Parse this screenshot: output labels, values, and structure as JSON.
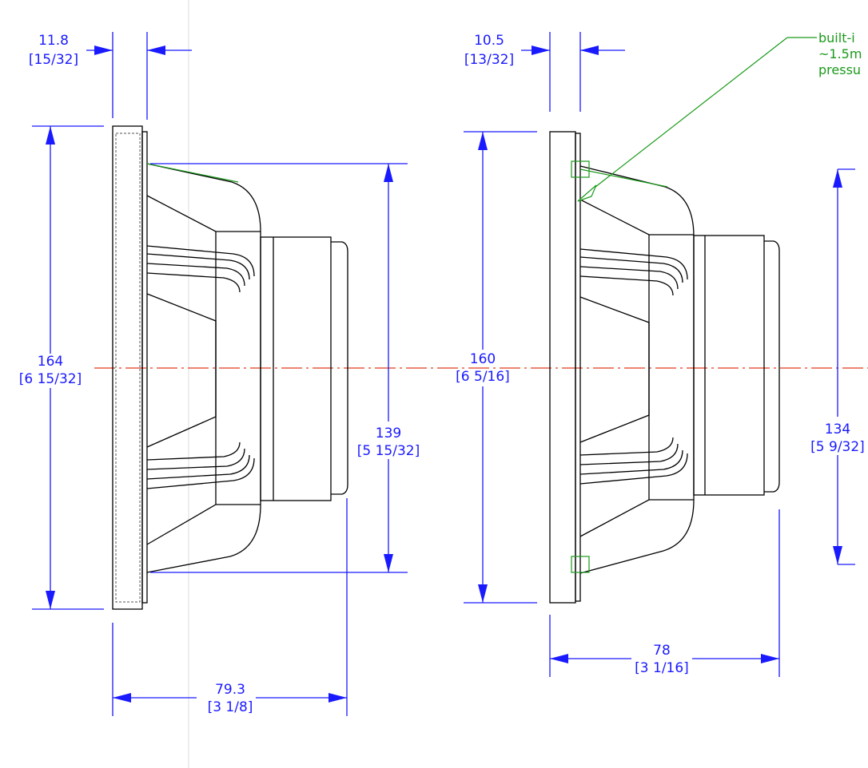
{
  "left_view": {
    "flange_thickness": {
      "value": "11.8",
      "fraction": "[15/32]"
    },
    "outer_height": {
      "value": "164",
      "fraction": "[6 15/32]"
    },
    "cutout_height": {
      "value": "139",
      "fraction": "[5 15/32]"
    },
    "depth": {
      "value": "79.3",
      "fraction": "[3 1/8]"
    }
  },
  "right_view": {
    "flange_thickness": {
      "value": "10.5",
      "fraction": "[13/32]"
    },
    "outer_height": {
      "value": "160",
      "fraction": "[6 5/16]"
    },
    "cutout_height": {
      "value": "134",
      "fraction": "[5 9/32]"
    },
    "depth": {
      "value": "78",
      "fraction": "[3 1/16]"
    }
  },
  "annotation": {
    "line1": "built-i",
    "line2": "~1.5m",
    "line3": "pressu"
  },
  "colors": {
    "dimension": "#1a1aff",
    "outline": "#000000",
    "note": "#1a9a1a",
    "centerline": "#e23a1a"
  }
}
